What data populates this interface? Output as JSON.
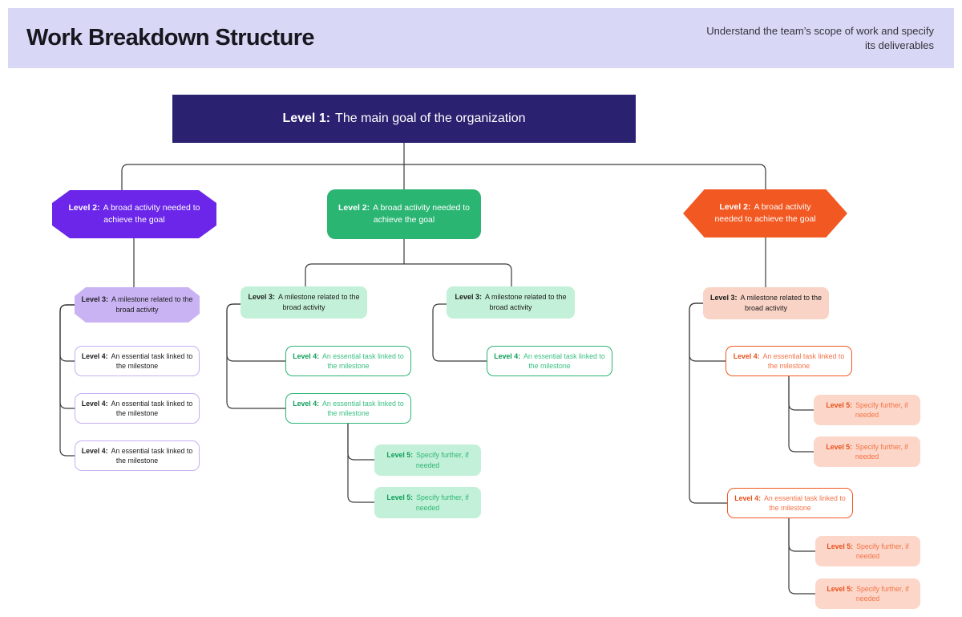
{
  "header": {
    "title": "Work Breakdown Structure",
    "subtitle": "Understand the team’s scope of work and specify its deliverables"
  },
  "colors": {
    "header_background": "#d8d7f5",
    "level1_fill": "#2a2170",
    "branch1_accent": "#6b26e9",
    "branch1_light": "#c9b3f3",
    "branch2_accent": "#2bb573",
    "branch2_light": "#c3f0d8",
    "branch3_accent": "#f25822",
    "branch3_light": "#f9d3c5",
    "connector": "#3a3a3a"
  },
  "tree": {
    "level1": {
      "bold": "Level 1:",
      "text": "The main goal of the organization"
    },
    "branches": [
      {
        "name": "activity-1",
        "shape": "octagon",
        "level2": {
          "bold": "Level 2:",
          "text": "A broad activity needed to achieve the goal"
        },
        "level3": [
          {
            "bold": "Level 3:",
            "text": "A milestone related to the broad activity",
            "level4": [
              {
                "bold": "Level 4:",
                "text": "An essential task linked to the milestone",
                "level5": []
              },
              {
                "bold": "Level 4:",
                "text": "An essential task linked to the milestone",
                "level5": []
              },
              {
                "bold": "Level 4:",
                "text": "An essential task linked to the milestone",
                "level5": []
              }
            ]
          }
        ]
      },
      {
        "name": "activity-2",
        "shape": "rounded-rectangle",
        "level2": {
          "bold": "Level 2:",
          "text": "A broad activity needed to achieve the goal"
        },
        "level3": [
          {
            "bold": "Level 3:",
            "text": "A milestone related to the broad activity",
            "level4": [
              {
                "bold": "Level 4:",
                "text": "An essential task linked to the milestone",
                "level5": []
              },
              {
                "bold": "Level 4:",
                "text": "An essential task linked to the milestone",
                "level5": [
                  {
                    "bold": "Level 5:",
                    "text": "Specify further, if needed"
                  },
                  {
                    "bold": "Level 5:",
                    "text": "Specify further, if needed"
                  }
                ]
              }
            ]
          },
          {
            "bold": "Level 3:",
            "text": "A milestone related to the broad activity",
            "level4": [
              {
                "bold": "Level 4:",
                "text": "An essential task linked to the milestone",
                "level5": []
              }
            ]
          }
        ]
      },
      {
        "name": "activity-3",
        "shape": "hexagon",
        "level2": {
          "bold": "Level 2:",
          "text": "A broad activity needed to achieve the goal"
        },
        "level3": [
          {
            "bold": "Level 3:",
            "text": "A milestone related to the broad activity",
            "level4": [
              {
                "bold": "Level 4:",
                "text": "An essential task linked to the milestone",
                "level5": [
                  {
                    "bold": "Level 5:",
                    "text": "Specify further, if needed"
                  },
                  {
                    "bold": "Level 5:",
                    "text": "Specify further, if needed"
                  }
                ]
              },
              {
                "bold": "Level 4:",
                "text": "An essential task linked to the milestone",
                "level5": [
                  {
                    "bold": "Level 5:",
                    "text": "Specify further, if needed"
                  },
                  {
                    "bold": "Level 5:",
                    "text": "Specify further, if needed"
                  }
                ]
              }
            ]
          }
        ]
      }
    ]
  }
}
